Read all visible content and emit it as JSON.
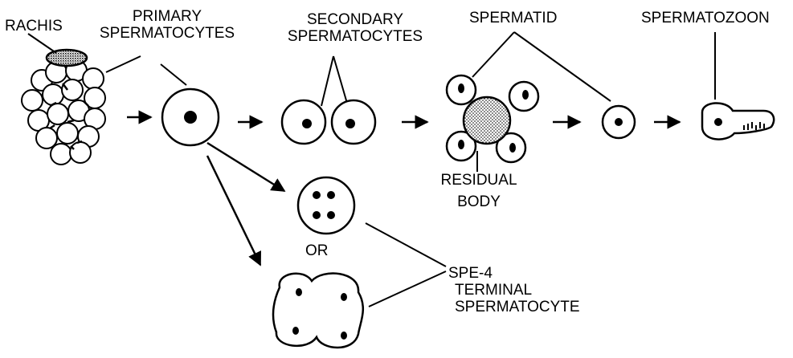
{
  "labels": {
    "rachis": "RACHIS",
    "primary_line1": "PRIMARY",
    "primary_line2": "SPERMATOCYTES",
    "secondary_line1": "SECONDARY",
    "secondary_line2": "SPERMATOCYTES",
    "spermatid": "SPERMATID",
    "spermatozoon": "SPERMATOZOON",
    "residual_line1": "RESIDUAL",
    "residual_line2": "BODY",
    "or": "OR",
    "spe4_line1": "SPE-4",
    "spe4_line2": "TERMINAL",
    "spe4_line3": "SPERMATOCYTE"
  },
  "colors": {
    "ink": "#000000",
    "background": "#ffffff",
    "stipple": "#bdbdbd"
  }
}
